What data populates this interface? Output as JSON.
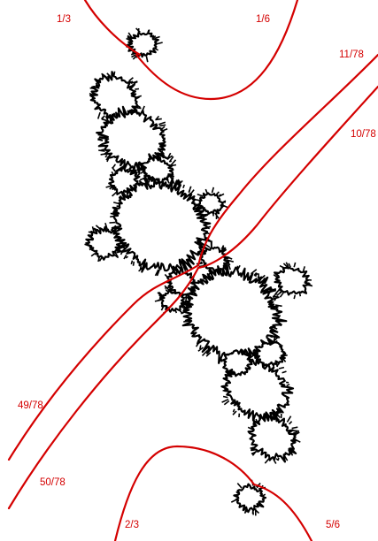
{
  "colors": {
    "background": "#ffffff",
    "ray": "#d40000",
    "label": "#d40000",
    "julia_set": "#000000"
  },
  "labels": {
    "l_1_3": "1/3",
    "l_1_6": "1/6",
    "l_11_78": "11/78",
    "l_10_78": "10/78",
    "l_49_78": "49/78",
    "l_50_78": "50/78",
    "l_2_3": "2/3",
    "l_5_6": "5/6"
  }
}
